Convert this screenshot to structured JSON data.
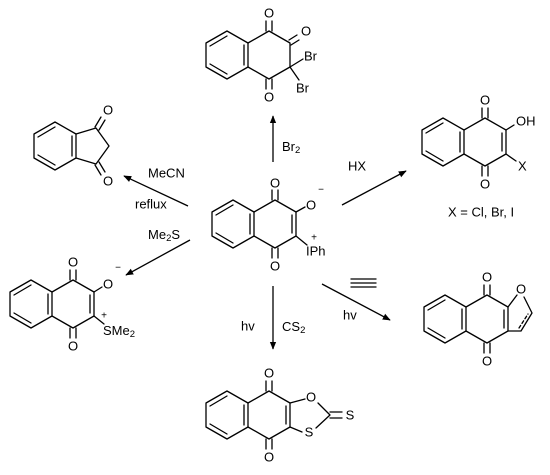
{
  "atoms": {
    "O": "O",
    "OH": "OH",
    "Br": "Br",
    "X": "X",
    "S": "S",
    "IPh": "IPh",
    "SMe": "SMe",
    "Me_sub": "2",
    "plus": "+",
    "minus": "−"
  },
  "reagents": {
    "br2_main": "Br",
    "br2_sub": "2",
    "hx": "HX",
    "mecn": "MeCN",
    "reflux": "reflux",
    "me2s_a": "Me",
    "me2s_sub": "2",
    "me2s_b": "S",
    "hv_left": "hv",
    "cs2_main": "CS",
    "cs2_sub": "2",
    "hv_right": "hv"
  },
  "notes": {
    "x_definition": "X = Cl, Br, I"
  },
  "colors": {
    "ink": "#000000",
    "background": "#ffffff"
  }
}
